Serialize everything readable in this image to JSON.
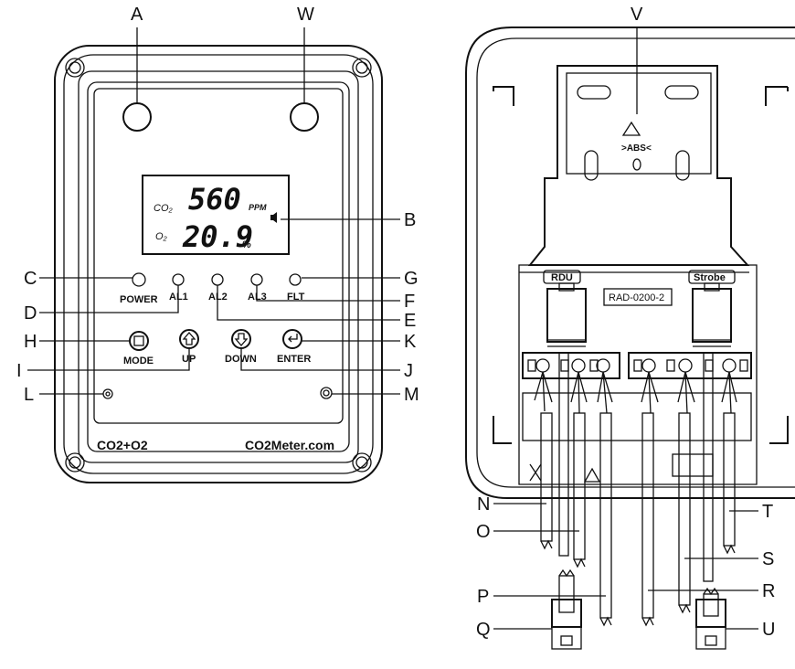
{
  "callouts": {
    "A": "A",
    "W": "W",
    "B": "B",
    "C": "C",
    "D": "D",
    "E": "E",
    "F": "F",
    "G": "G",
    "H": "H",
    "I": "I",
    "J": "J",
    "K": "K",
    "L": "L",
    "M": "M",
    "V": "V",
    "N": "N",
    "O": "O",
    "P": "P",
    "Q": "Q",
    "R": "R",
    "S": "S",
    "T": "T",
    "U": "U"
  },
  "display": {
    "co2_label": "CO₂",
    "co2_value": "560",
    "co2_unit": "PPM",
    "o2_label": "O₂",
    "o2_value": "20.9",
    "o2_unit": "%"
  },
  "leds": {
    "power": "POWER",
    "al1": "AL1",
    "al2": "AL2",
    "al3": "AL3",
    "flt": "FLT"
  },
  "buttons": {
    "mode": "MODE",
    "up": "UP",
    "down": "DOWN",
    "enter": "ENTER"
  },
  "brand": {
    "left": "CO2+O2",
    "right": "CO2Meter.com"
  },
  "back": {
    "rdu": "RDU",
    "strobe": "Strobe",
    "model": "RAD-0200-2",
    "recycle": ">ABS<"
  }
}
